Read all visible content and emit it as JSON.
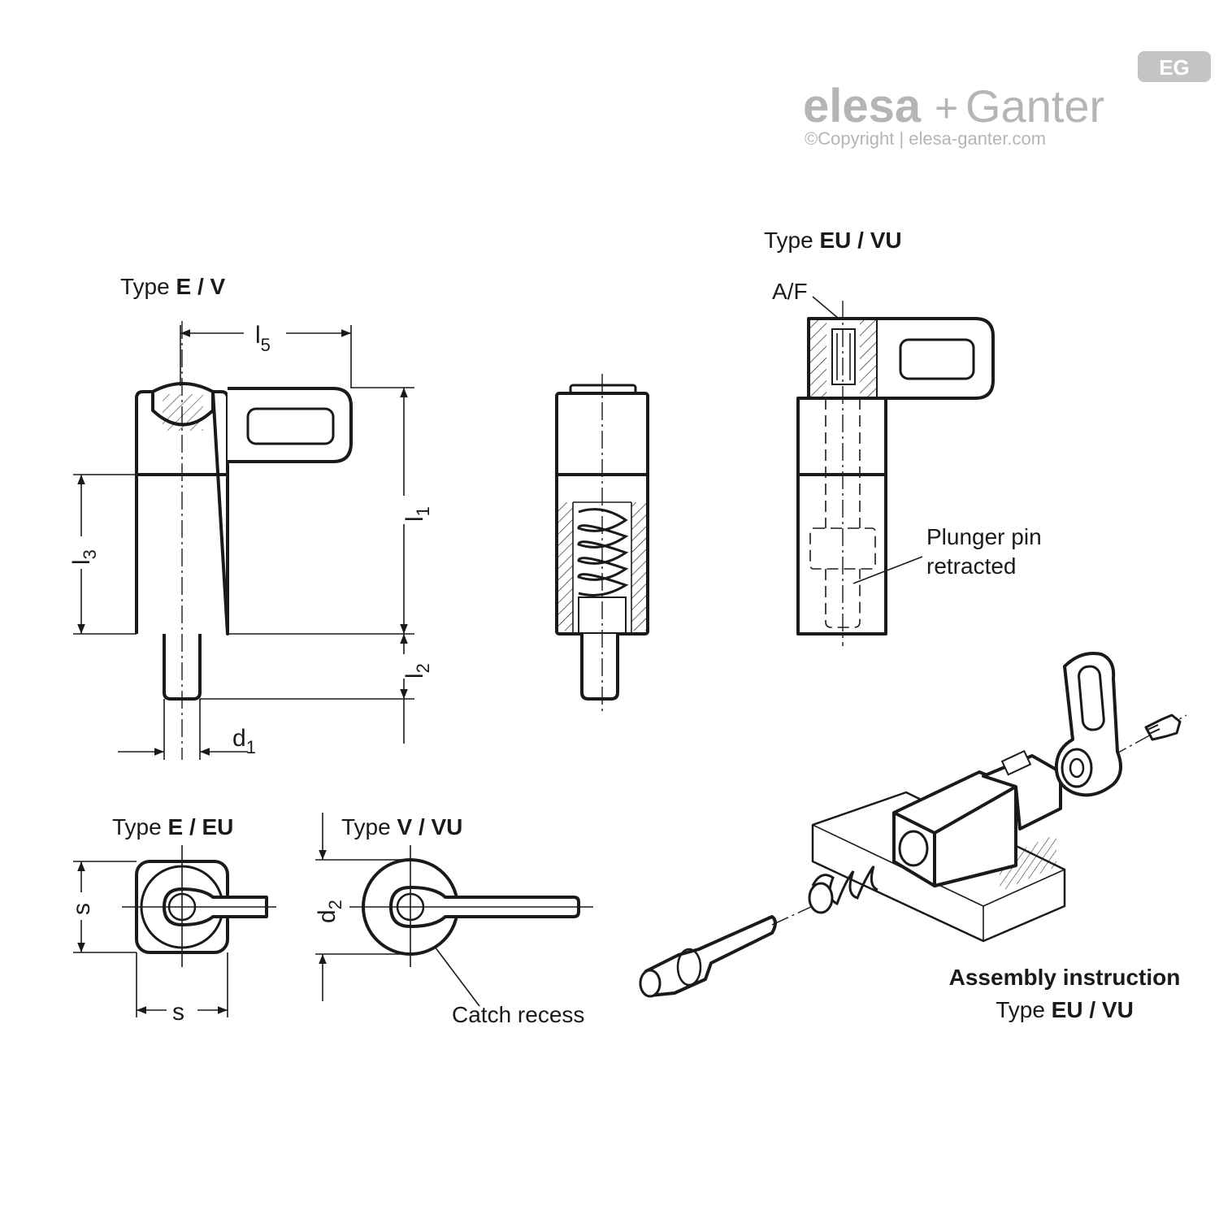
{
  "logo": {
    "brand_left": "elesa",
    "brand_plus": "+",
    "brand_right": "Ganter",
    "badge": "EG",
    "copyright": "©Copyright | elesa-ganter.com"
  },
  "titles": {
    "type_ev": {
      "prefix": "Type ",
      "bold": "E / V"
    },
    "type_euvu": {
      "prefix": "Type ",
      "bold": "EU / VU"
    },
    "type_eeu": {
      "prefix": "Type ",
      "bold": "E / EU"
    },
    "type_vvu": {
      "prefix": "Type ",
      "bold": "V / VU"
    },
    "assembly_line1": "Assembly instruction",
    "assembly_line2": {
      "prefix": "Type ",
      "bold": "EU / VU"
    }
  },
  "dimensions": {
    "l5": {
      "main": "l",
      "sub": "5"
    },
    "l1": {
      "main": "l",
      "sub": "1"
    },
    "l2": {
      "main": "l",
      "sub": "2"
    },
    "l3": {
      "main": "l",
      "sub": "3"
    },
    "d1": {
      "main": "d",
      "sub": "1"
    },
    "d2": {
      "main": "d",
      "sub": "2"
    },
    "s_vertical": "s",
    "s_horizontal": "s",
    "af": "A/F"
  },
  "annotations": {
    "plunger_line1": "Plunger pin",
    "plunger_line2": "retracted",
    "catch_recess": "Catch recess"
  }
}
